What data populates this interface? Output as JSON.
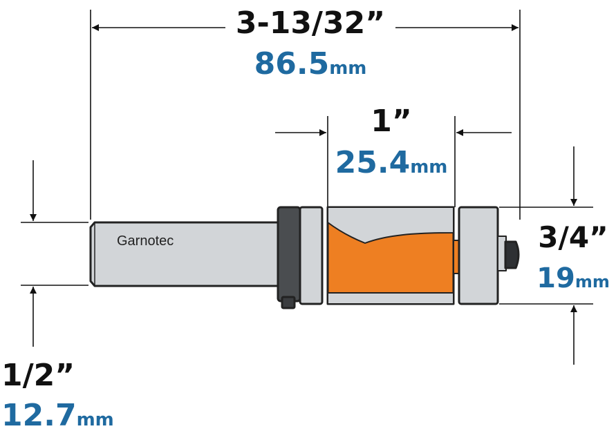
{
  "dimensions": {
    "overall_length": {
      "imperial": "3-13/32”",
      "metric_value": "86.5",
      "metric_unit": "mm"
    },
    "cutting_length": {
      "imperial": "1”",
      "metric_value": "25.4",
      "metric_unit": "mm"
    },
    "cutting_diameter": {
      "imperial": "3/4”",
      "metric_value": "19",
      "metric_unit": "mm"
    },
    "shank_diameter": {
      "imperial": "1/2”",
      "metric_value": "12.7",
      "metric_unit": "mm"
    }
  },
  "tool": {
    "brand_label": "Garnotec"
  },
  "colors": {
    "dimension_text": "#111111",
    "metric_text": "#1f6aa0",
    "cutter_body": "#ee7f22",
    "steel": "#d2d5d8",
    "outline": "#222222"
  }
}
